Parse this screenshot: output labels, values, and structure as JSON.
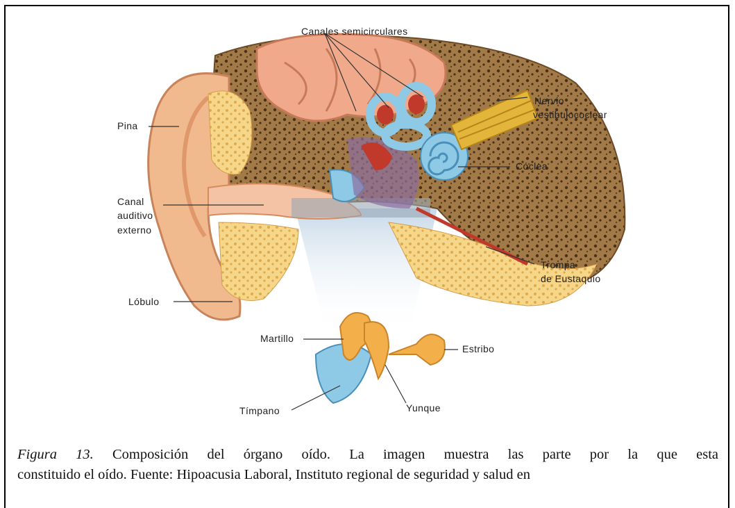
{
  "labels": {
    "canales": "Canales semicirculares",
    "nervio_1": "Nervio",
    "nervio_2": "vestibulococlear",
    "pina": "Pina",
    "coclea": "Cóclea",
    "canal_1": "Canal",
    "canal_2": "auditivo",
    "canal_3": "externo",
    "trompa_1": "Trompa",
    "trompa_2": "de Eustaquio",
    "lobulo": "Lóbulo",
    "martillo": "Martillo",
    "estribo": "Estribo",
    "timpano": "Tímpano",
    "yunque": "Yunque"
  },
  "caption": {
    "figure_ref": "Figura 13.",
    "line1_rest": " Composición del órgano oído. La imagen muestra las parte por la que esta",
    "line2": "constituido el oído. Fuente: Hipoacusia Laboral, Instituto regional de seguridad y salud en"
  },
  "colors": {
    "skin": "#f1b98e",
    "skin_dark": "#d98a5c",
    "bone": "#8a6a3c",
    "bone_fill": "#f2d27a",
    "brain": "#f0a98a",
    "inner_ear": "#8ec9e6",
    "ossicle": "#f3b04a",
    "nerve": "#e3b53a",
    "red": "#c0392b"
  }
}
